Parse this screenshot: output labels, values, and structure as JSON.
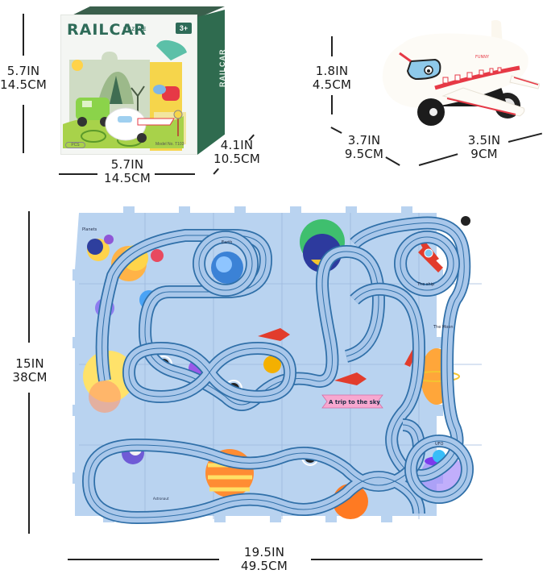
{
  "box": {
    "brand": "RAILCAR",
    "brand_sub": "PUZZLE",
    "age_badge": "3+",
    "side_brand": "RAILCAR",
    "model": "Model No. T103",
    "pieces_badge": "PCS",
    "height": {
      "in": "5.7IN",
      "cm": "14.5CM"
    },
    "width": {
      "in": "5.7IN",
      "cm": "14.5CM"
    },
    "depth": {
      "in": "4.1IN",
      "cm": "10.5CM"
    }
  },
  "plane": {
    "label": "FUNNY",
    "height": {
      "in": "1.8IN",
      "cm": "4.5CM"
    },
    "length": {
      "in": "3.7IN",
      "cm": "9.5CM"
    },
    "width": {
      "in": "3.5IN",
      "cm": "9CM"
    }
  },
  "mat": {
    "height": {
      "in": "15IN",
      "cm": "38CM"
    },
    "width": {
      "in": "19.5IN",
      "cm": "49.5CM"
    },
    "labels": {
      "planets": "Planets",
      "earth": "Earth",
      "ship": "The ship",
      "moon": "The Moon",
      "banner": "A trip to the sky",
      "ufo": "UFO",
      "astronaut": "Astronaut"
    },
    "colors": {
      "mat_bg": "#b9d3f0",
      "track_fill": "#a9c7ea",
      "track_line": "#2f6fa8"
    }
  }
}
